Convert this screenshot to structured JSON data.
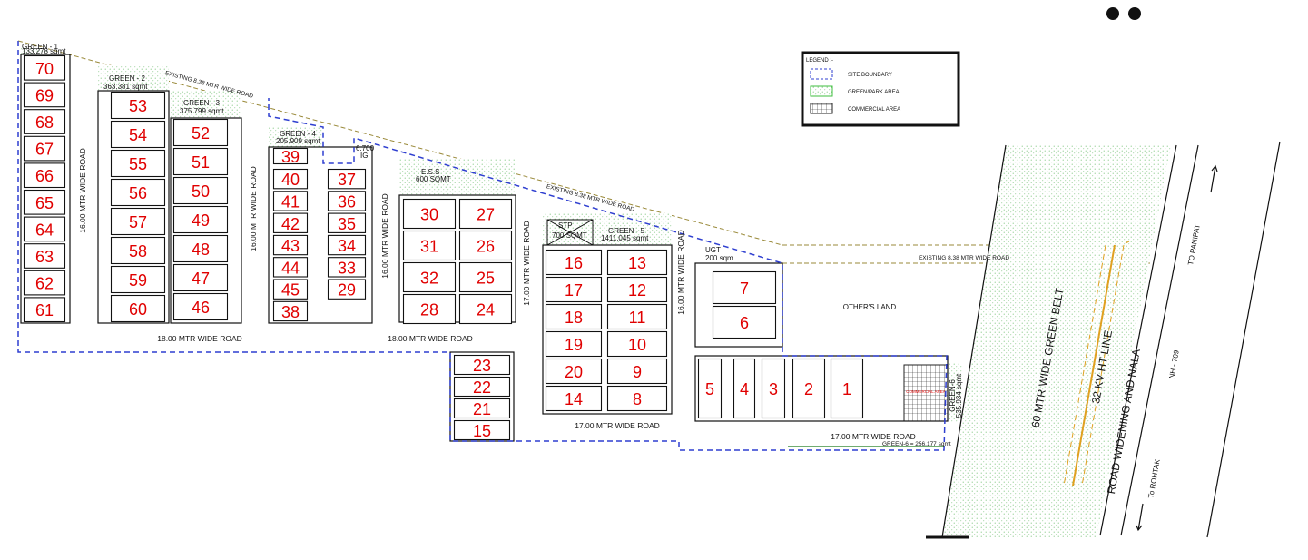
{
  "legend": {
    "title": "LEGEND :-",
    "items": [
      {
        "label": "SITE BOUNDARY",
        "kind": "boundary",
        "color": "#2f3fd0"
      },
      {
        "label": "GREEN/PARK AREA",
        "kind": "green",
        "color": "#3fbf3f"
      },
      {
        "label": "COMMERCIAL AREA",
        "kind": "commercial",
        "color": "#222222"
      }
    ]
  },
  "plots": [
    "70",
    "69",
    "68",
    "67",
    "66",
    "65",
    "64",
    "63",
    "62",
    "61",
    "53",
    "54",
    "55",
    "56",
    "57",
    "58",
    "59",
    "60",
    "52",
    "51",
    "50",
    "49",
    "48",
    "47",
    "46",
    "39",
    "40",
    "41",
    "42",
    "43",
    "44",
    "45",
    "38",
    "37",
    "36",
    "35",
    "34",
    "33",
    "29",
    "30",
    "31",
    "32",
    "28",
    "27",
    "26",
    "25",
    "24",
    "23",
    "22",
    "21",
    "15",
    "16",
    "17",
    "18",
    "19",
    "20",
    "14",
    "13",
    "12",
    "11",
    "10",
    "9",
    "8",
    "7",
    "6",
    "5",
    "4",
    "3",
    "2",
    "1"
  ],
  "greens": {
    "g1_name": "GREEN - 1",
    "g1_area": "133.278 sqmt",
    "g2_name": "GREEN - 2",
    "g2_area": "363.381 sqmt",
    "g3_name": "GREEN - 3",
    "g3_area": "375.799 sqmt",
    "g4_name": "GREEN - 4",
    "g4_area": "205.909 sqmt",
    "g5_name": "GREEN - 5",
    "g5_area": "1411.045 sqmt",
    "g6": "GREEN-6 = 256.177 sqmt",
    "gcomm_name": "GREEN-6",
    "gcomm_area": "535.934 sqmt"
  },
  "facilities": {
    "ess_name": "E.S.S",
    "ess_area": "600 SQMT",
    "stp_name": "STP",
    "stp_area": "700 SQMT",
    "ugt_name": "UGT",
    "ugt_area": "200 sqm",
    "ig_top": "6.700",
    "ig_bottom": "IG",
    "commercial": "COMMERCIAL AREA"
  },
  "roads": {
    "road16": "16.00 MTR WIDE ROAD",
    "road17": "17.00 MTR WIDE ROAD",
    "road18": "18.00 MTR WIDE ROAD",
    "existing": "EXISTING 8.38 MTR WIDE ROAD"
  },
  "labels": {
    "others_land": "OTHER'S LAND",
    "green_belt": "60 MTR WIDE GREEN BELT",
    "ht_line": "32 KV HT LINE",
    "road_widening": "ROAD WIDENING AND NALA",
    "highway": "NH - 709",
    "to_panipat": "TO PANIPAT",
    "to_rohtak": "To ROHTAK"
  }
}
